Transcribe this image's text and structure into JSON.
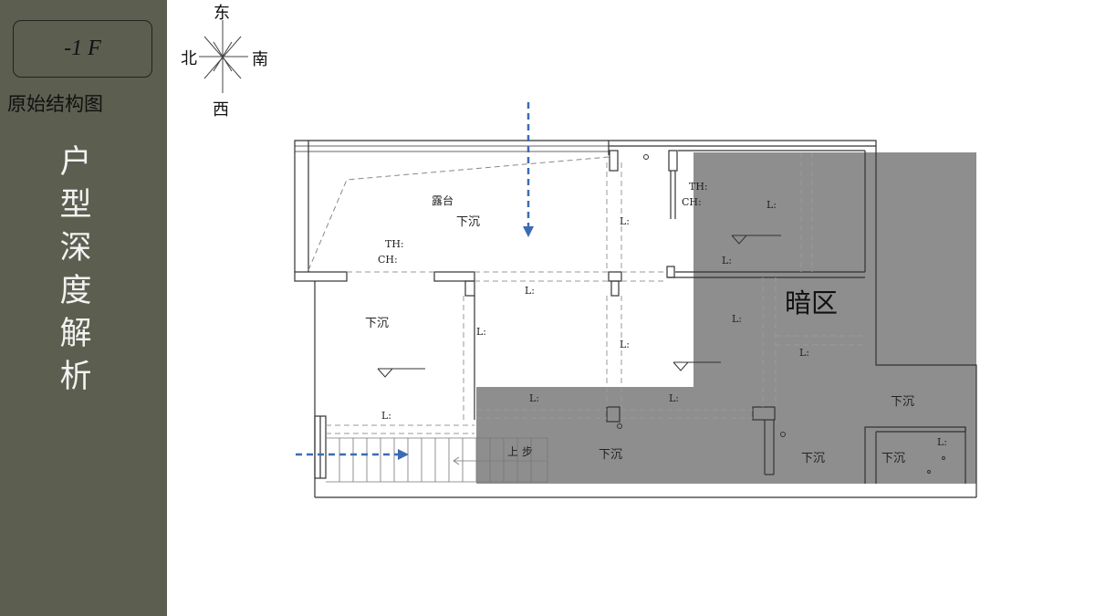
{
  "sidebar": {
    "floor_label": "-1 F",
    "subtitle": "原始结构图",
    "vertical_title": [
      "户",
      "型",
      "深",
      "度",
      "解",
      "析"
    ]
  },
  "compass": {
    "east": "东",
    "north": "北",
    "south": "南",
    "west": "西"
  },
  "plan": {
    "dark_zone_label": "暗区",
    "terrace_label": "露台",
    "sunken": "下沉",
    "th": "TH:",
    "ch": "CH:",
    "l": "L:",
    "up_step": "上  步"
  }
}
